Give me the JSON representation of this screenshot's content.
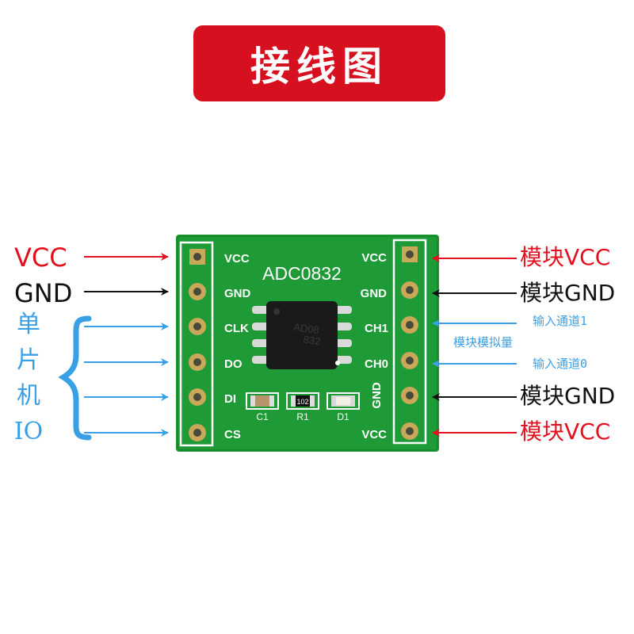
{
  "title": "接线图",
  "board": {
    "chip_label": "ADC0832",
    "ic_marking_1": "AD08",
    "ic_marking_2": "832",
    "left_pins": [
      "VCC",
      "GND",
      "CLK",
      "DO",
      "DI",
      "CS"
    ],
    "right_pins": [
      "VCC",
      "GND",
      "CH1",
      "CH0",
      "GND",
      "VCC"
    ],
    "components": [
      "C1",
      "R1",
      "D1"
    ],
    "resistor_code": "102",
    "colors": {
      "pcb": "#1e9a36",
      "silkscreen": "#ffffff",
      "pin": "#c9a85a"
    }
  },
  "left_labels": {
    "vcc": "VCC",
    "gnd": "GND",
    "mcu": [
      "单",
      "片",
      "机",
      "IO"
    ]
  },
  "right_labels": {
    "r1": "模块VCC",
    "r2": "模块GND",
    "r3": "输入通道1",
    "analog": "模块模拟量",
    "r4": "输入通道0",
    "r5": "模块GND",
    "r6": "模块VCC"
  },
  "colors": {
    "red": "#e3101f",
    "black": "#111111",
    "blue": "#3aa0e6",
    "banner": "#d6101f"
  }
}
